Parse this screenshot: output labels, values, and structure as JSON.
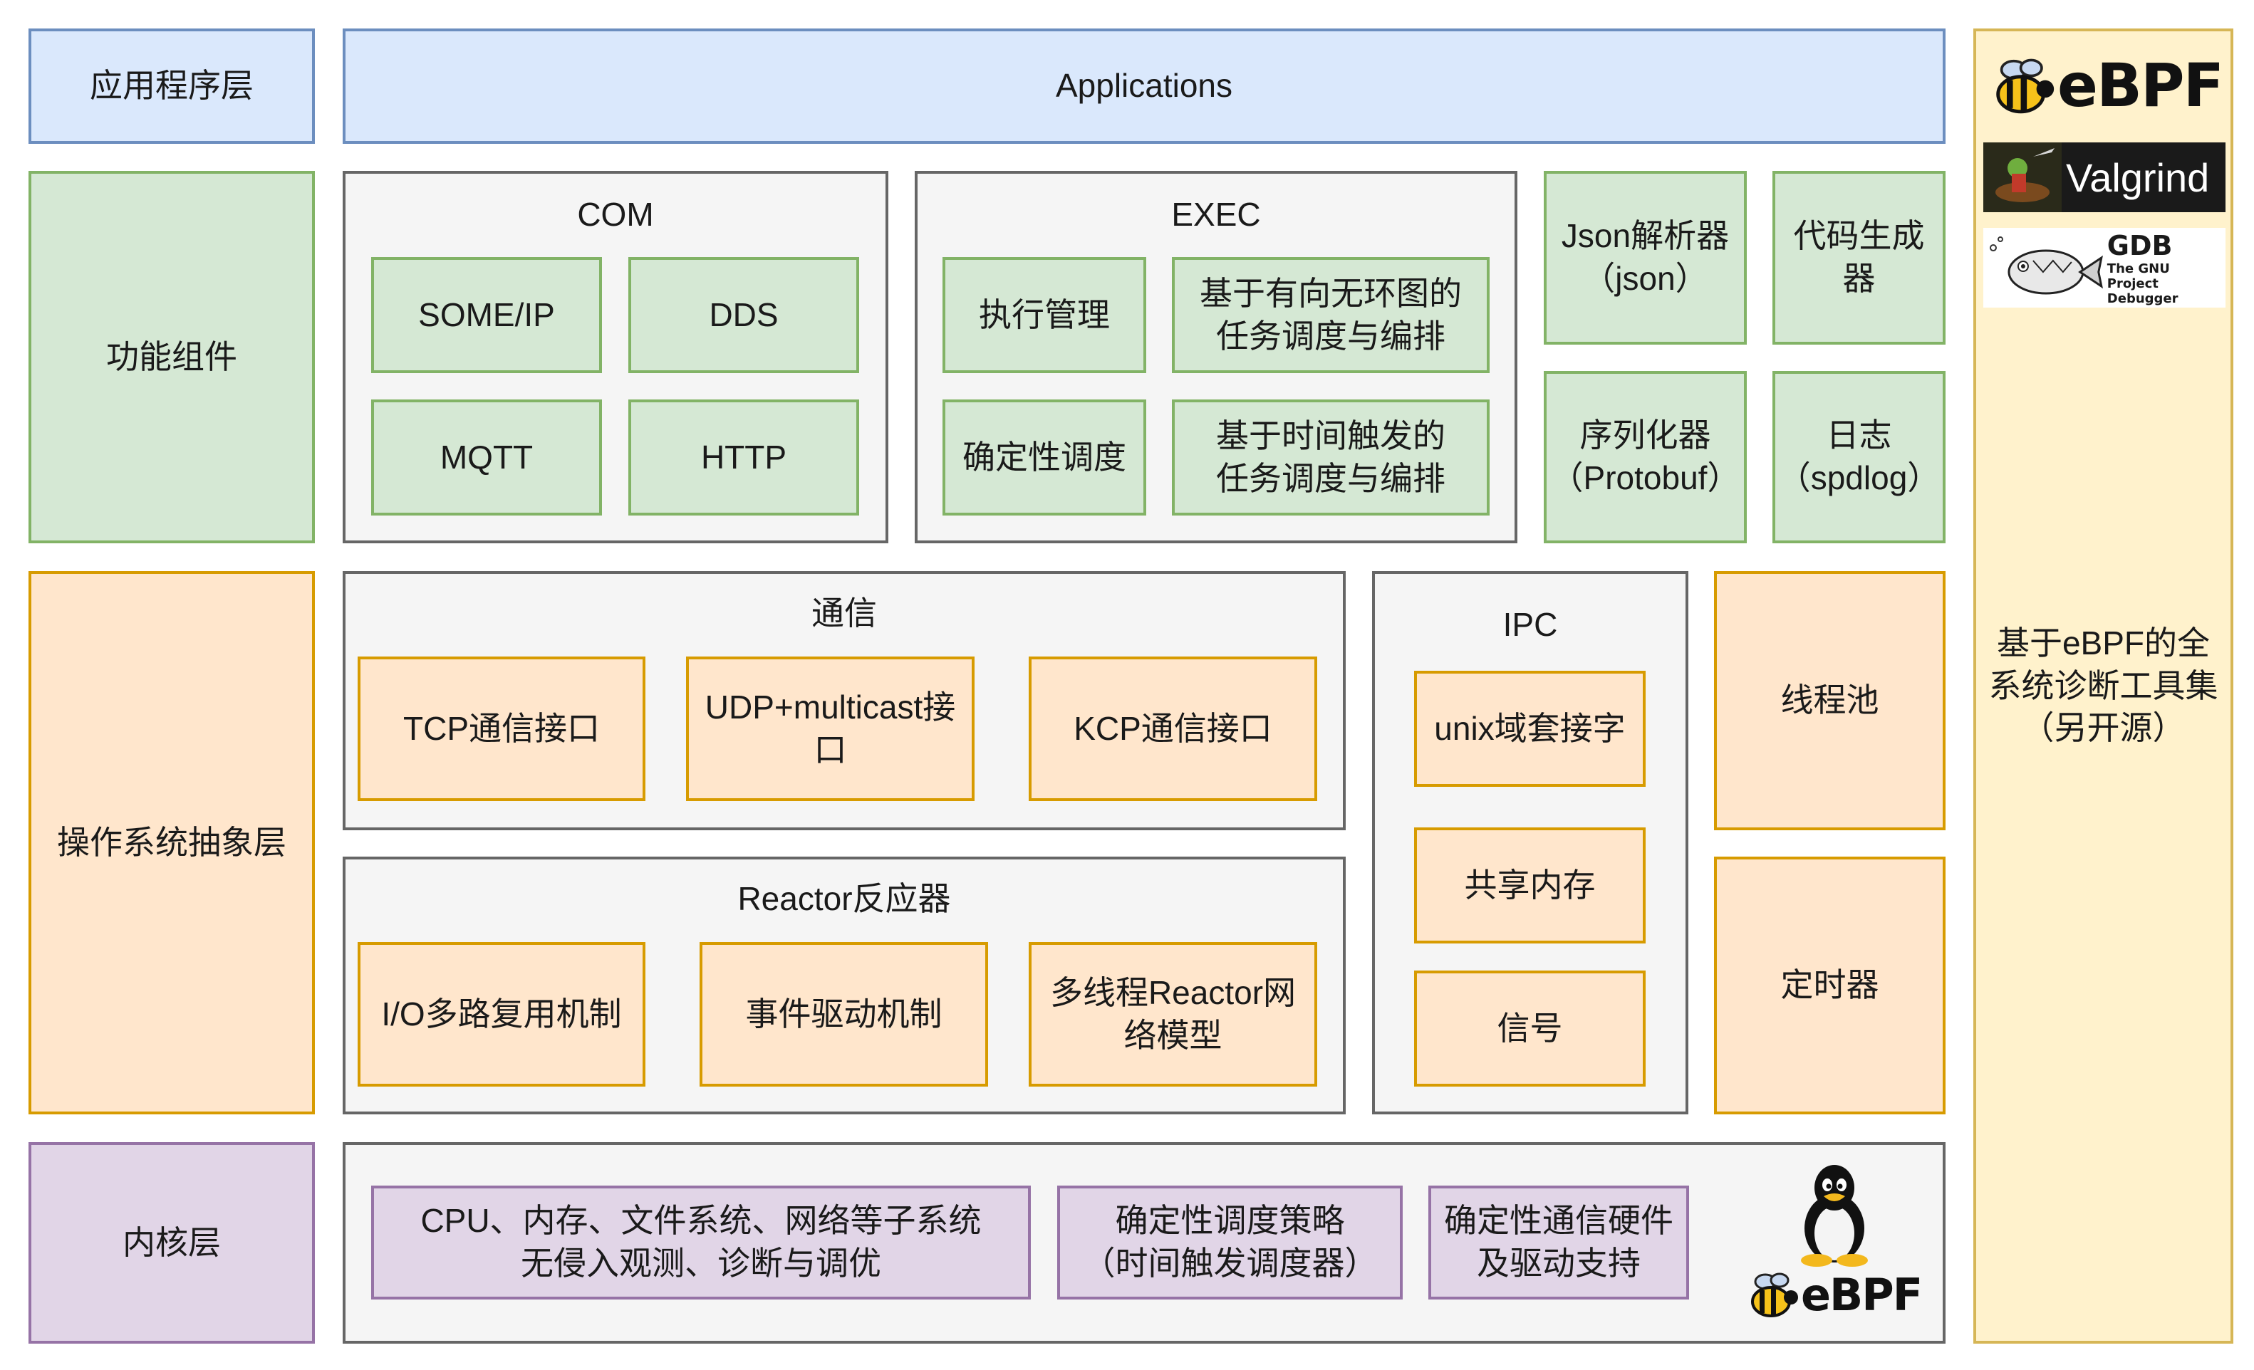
{
  "left_layers": {
    "app": "应用程序层",
    "func": "功能组件",
    "os": "操作系统抽象层",
    "kernel": "内核层"
  },
  "applications": "Applications",
  "com": {
    "title": "COM",
    "items": [
      "SOME/IP",
      "DDS",
      "MQTT",
      "HTTP"
    ]
  },
  "exec": {
    "title": "EXEC",
    "items": [
      "执行管理",
      "基于有向无环图的\n任务调度与编排",
      "确定性调度",
      "基于时间触发的\n任务调度与编排"
    ]
  },
  "func_extra": {
    "json": "Json解析器\n（json）",
    "codegen": "代码生成\n器",
    "serializer": "序列化器\n（Protobuf）",
    "log": "日志\n（spdlog）"
  },
  "comm": {
    "title": "通信",
    "items": [
      "TCP通信接口",
      "UDP+multicast接\n口",
      "KCP通信接口"
    ]
  },
  "reactor": {
    "title": "Reactor反应器",
    "items": [
      "I/O多路复用机制",
      "事件驱动机制",
      "多线程Reactor网\n络模型"
    ]
  },
  "ipc": {
    "title": "IPC",
    "items": [
      "unix域套接字",
      "共享内存",
      "信号"
    ]
  },
  "threadpool": "线程池",
  "timer": "定时器",
  "kernel_items": [
    "CPU、内存、文件系统、网络等子系统\n无侵入观测、诊断与调优",
    "确定性调度策略\n（时间触发调度器）",
    "确定性通信硬件\n及驱动支持"
  ],
  "logos": {
    "ebpf": "eBPF",
    "valgrind": "Valgrind",
    "gdb": "GDB",
    "gdb_sub1": "The GNU Project",
    "gdb_sub2": "Debugger"
  },
  "ebpf_panel_text": "基于eBPF的全\n系统诊断工具集\n（另开源）"
}
